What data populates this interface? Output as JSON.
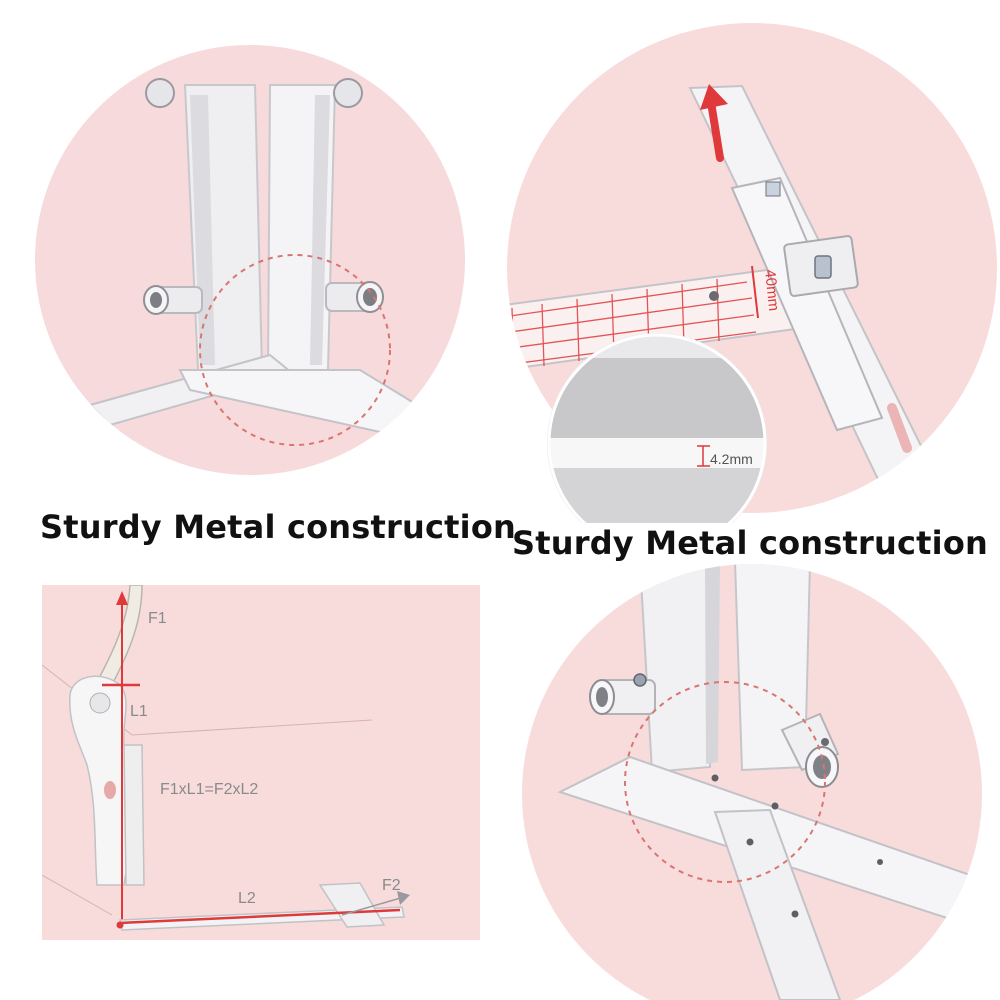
{
  "captions": {
    "top_left": "Sturdy Metal construction",
    "top_right": "Sturdy Metal construction"
  },
  "measurements": {
    "width_label": "40mm",
    "thickness_label": "4.2mm"
  },
  "diagram": {
    "f1": "F1",
    "l1": "L1",
    "formula": "F1xL1=F2xL2",
    "l2": "L2",
    "f2": "F2"
  },
  "colors": {
    "pink_background": "#f8dcdc",
    "accent_red": "#e0393b",
    "metal_white": "#f2f2f2",
    "metal_shadow": "#c9c9cc"
  }
}
